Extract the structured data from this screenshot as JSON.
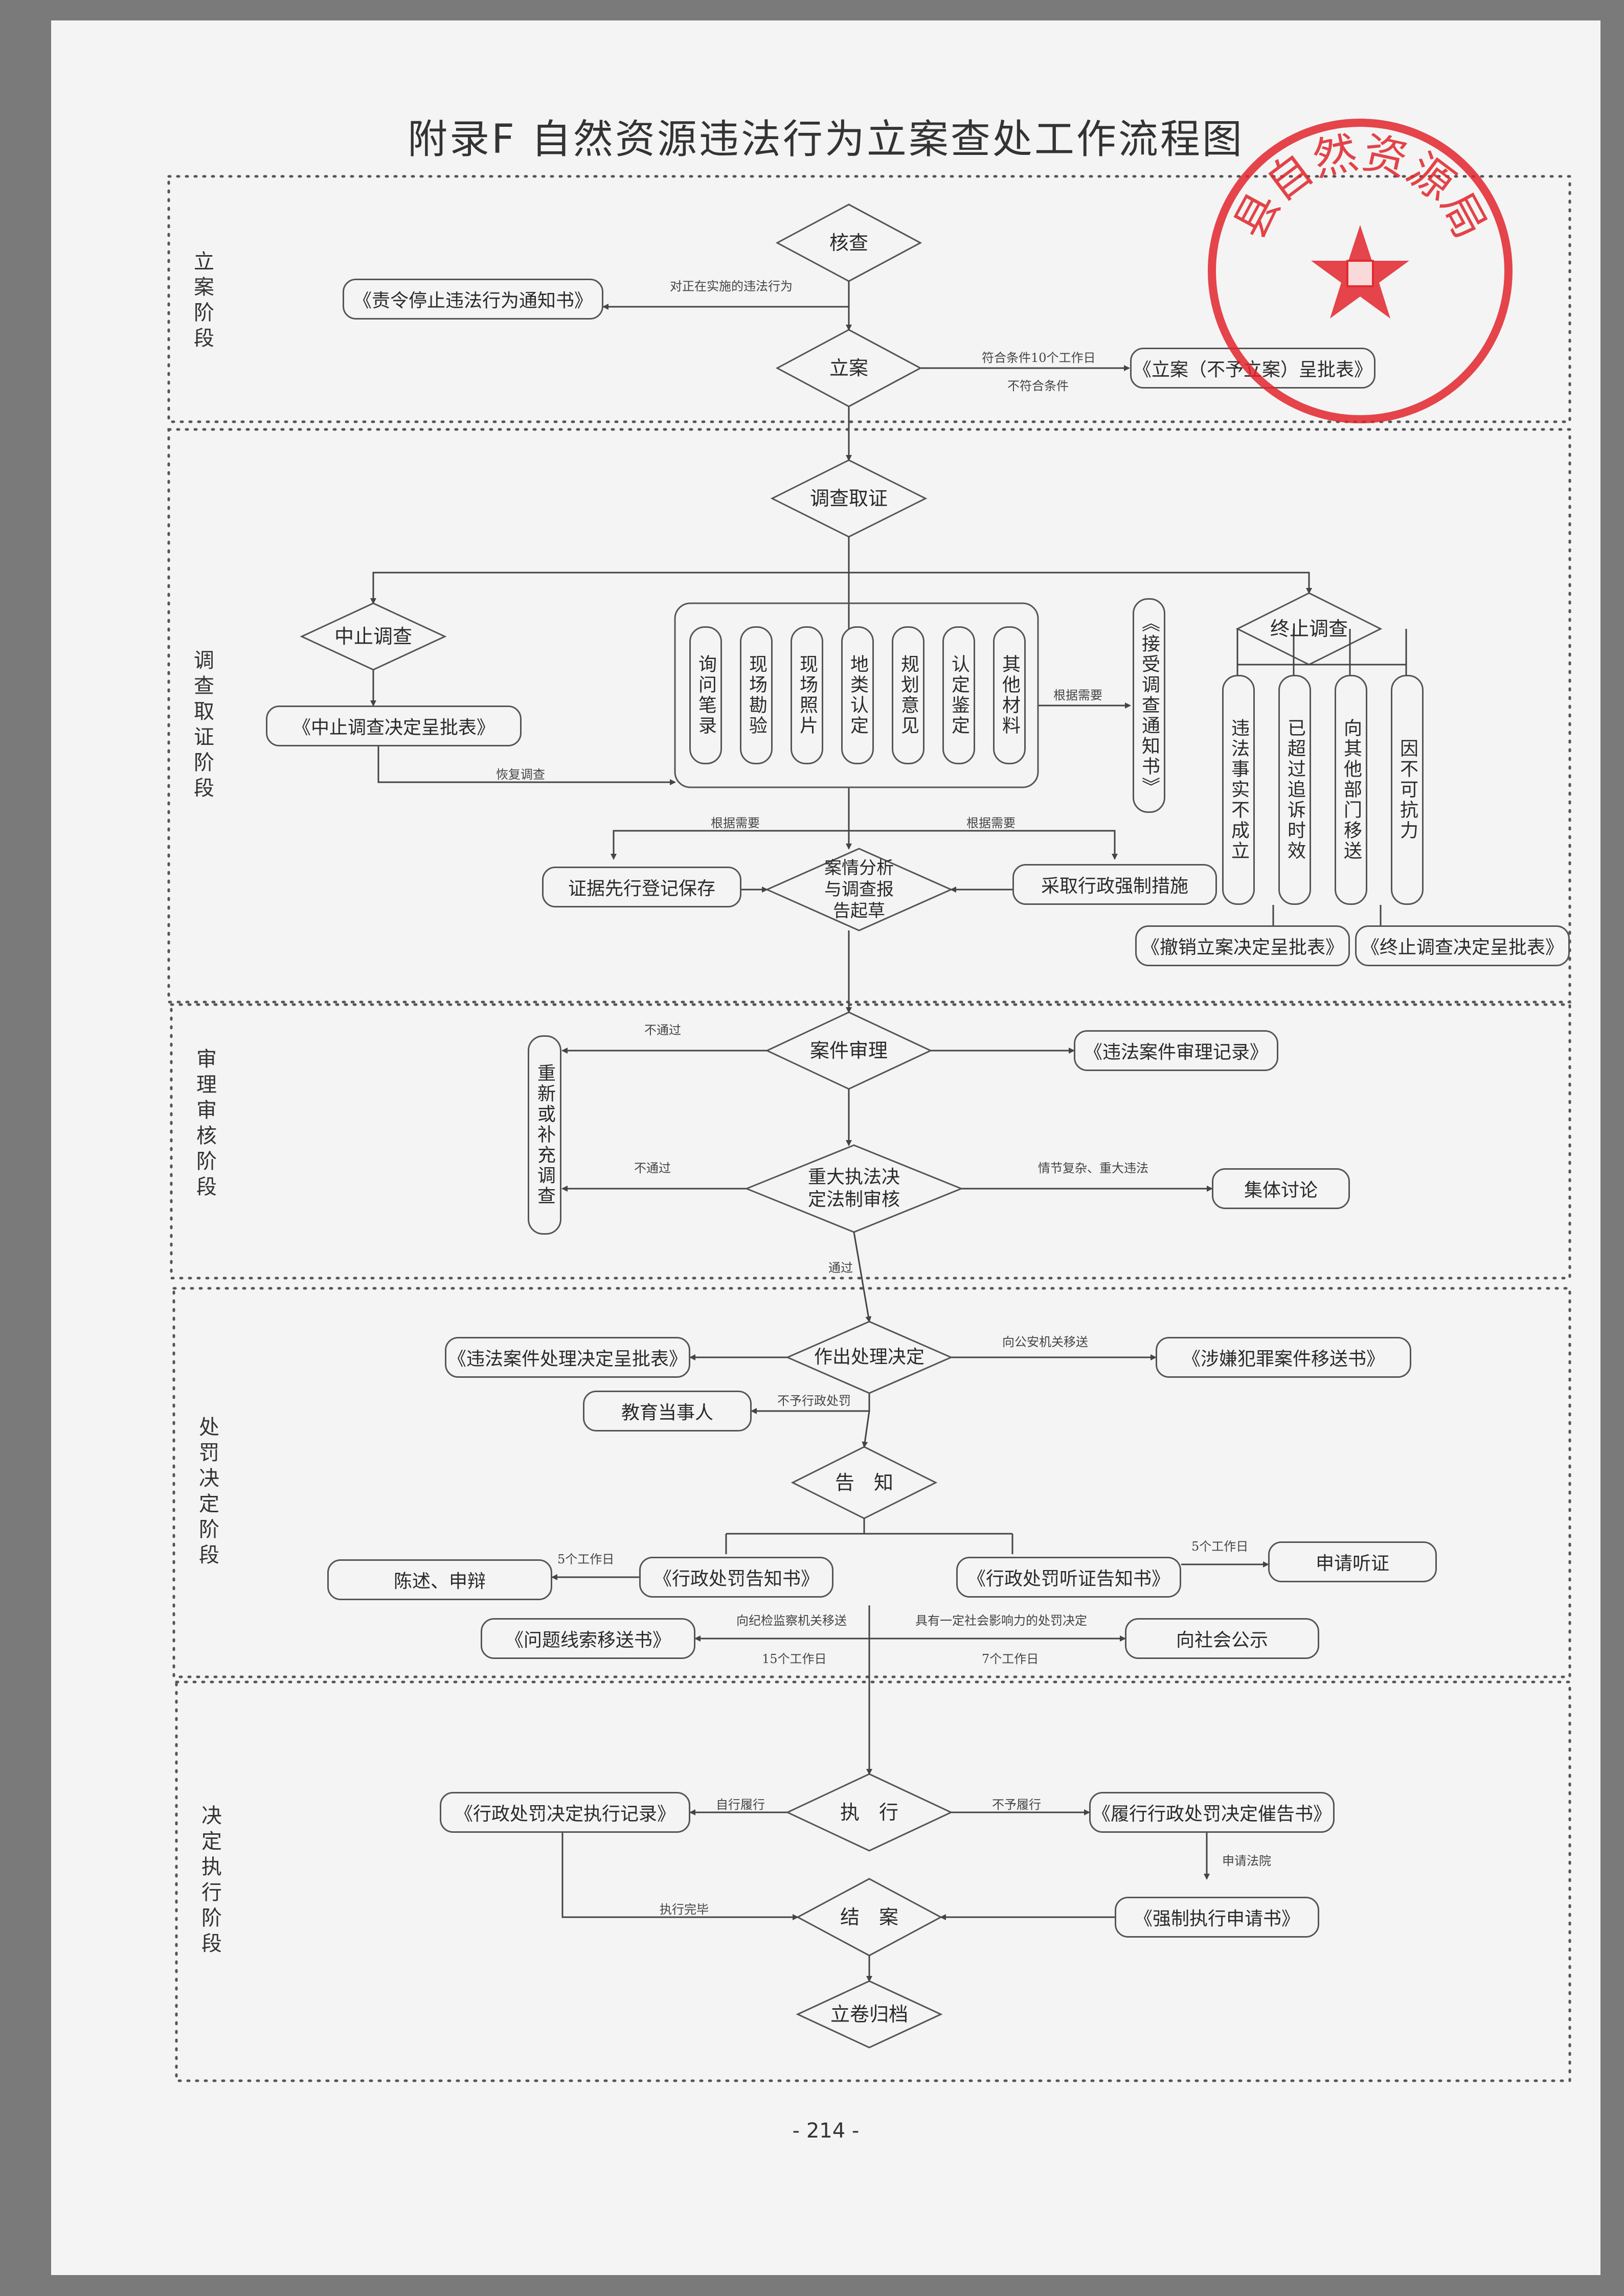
{
  "title": "附录F 自然资源违法行为立案查处工作流程图",
  "page_number": "- 214 -",
  "seal": {
    "text": "县自然资源局",
    "color": "#e0252b"
  },
  "stages": [
    "立案阶段",
    "调查取证阶段",
    "审理审核阶段",
    "处罚决定阶段",
    "决定执行阶段"
  ],
  "stage1": {
    "hecha": "核查",
    "lian": "立案",
    "zeling": "《责令停止违法行为通知书》",
    "lian_form": "《立案（不予立案）呈批表》",
    "lbl_stop": "对正在实施的违法行为",
    "lbl_meet": "符合条件10个工作日",
    "lbl_notmeet": "不符合条件"
  },
  "stage2": {
    "diaocha": "调查取证",
    "zhongzhi": "中止调查",
    "zhongzhi_form": "《中止调查决定呈批表》",
    "lbl_resume": "恢复调查",
    "evidence": [
      "询问笔录",
      "现场勘验",
      "现场照片",
      "地类认定",
      "规划意见",
      "认定鉴定",
      "其他材料"
    ],
    "notice": "《接受调查通知书》",
    "lbl_need_right": "根据需要",
    "zhongjie": "终止调查",
    "reasons": [
      "违法事实不成立",
      "已超过追诉时效",
      "向其他部门移送",
      "因不可抗力"
    ],
    "lbl_need1": "根据需要",
    "lbl_need2": "根据需要",
    "analysis": "案情分析与调查报告起草",
    "preserve": "证据先行登记保存",
    "coercive": "采取行政强制措施",
    "revoke_form": "《撤销立案决定呈批表》",
    "terminate_form": "《终止调查决定呈批表》"
  },
  "stage3": {
    "shenli": "案件审理",
    "record": "《违法案件审理记录》",
    "redo": "重新或补充调查",
    "lbl_fail1": "不通过",
    "lbl_fail2": "不通过",
    "major": "重大执法决定法制审核",
    "lbl_complex": "情节复杂、重大违法",
    "collective": "集体讨论",
    "lbl_pass": "通过"
  },
  "stage4": {
    "decide": "作出处理决定",
    "decision_form": "《违法案件处理决定呈批表》",
    "lbl_police": "向公安机关移送",
    "crime_form": "《涉嫌犯罪案件移送书》",
    "lbl_nopenalty": "不予行政处罚",
    "educate": "教育当事人",
    "notify": "告　知",
    "lbl_5days_left": "5个工作日",
    "lbl_5days_right": "5个工作日",
    "penalty_notice": "《行政处罚告知书》",
    "hearing_notice": "《行政处罚听证告知书》",
    "statement": "陈述、申辩",
    "hearing_apply": "申请听证",
    "lbl_transfer": "向纪检监察机关移送",
    "lbl_public": "具有一定社会影响力的处罚决定",
    "clue_form": "《问题线索移送书》",
    "lbl_15days": "15个工作日",
    "lbl_7days": "7个工作日",
    "publicize": "向社会公示"
  },
  "stage5": {
    "execute": "执　行",
    "exec_record": "《行政处罚决定执行记录》",
    "lbl_self": "自行履行",
    "lbl_notself": "不予履行",
    "urge_form": "《履行行政处罚决定催告书》",
    "lbl_court": "申请法院",
    "enforce_form": "《强制执行申请书》",
    "close": "结　案",
    "lbl_done": "执行完毕",
    "archive": "立卷归档"
  }
}
